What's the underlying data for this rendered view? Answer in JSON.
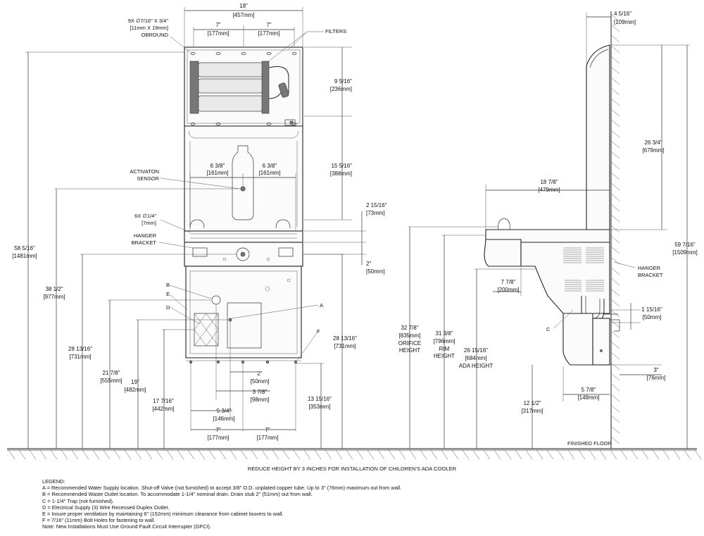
{
  "front_view": {
    "overall_width": "18\"",
    "overall_width_mm": "[457mm]",
    "filter_spacing_left": "7\"",
    "filter_spacing_left_mm": "[177mm]",
    "filter_spacing_right": "7\"",
    "filter_spacing_right_mm": "[177mm]",
    "oboround_l1": "9X ∅7/16\" X 3/4\"",
    "oboround_l2": "[11mm X 19mm]",
    "oboround_l3": "OBROUND",
    "filters": "FILTERS",
    "h_filter": "9 5/16\"",
    "h_filter_mm": "[236mm]",
    "h_sensor_span": "15 5/16\"",
    "h_sensor_span_mm": "[388mm]",
    "activation_l1": "ACTIVATON",
    "activation_l2": "SENSOR",
    "sensor_left": "6 3/8\"",
    "sensor_left_mm": "[161mm]",
    "sensor_right": "6 3/8\"",
    "sensor_right_mm": "[161mm]",
    "bolt_l1": "6X ∅1/4\"",
    "bolt_l2": "[7mm]",
    "hanger_l1": "HANGER",
    "hanger_l2": "BRACKET",
    "h_273": "2 15/16\"",
    "h_273_mm": "[73mm]",
    "h_2": "2\"",
    "h_2_mm": "[50mm]",
    "v_58": "58 5/16\"",
    "v_58_mm": "[1481mm]",
    "v_38": "38 1/2\"",
    "v_38_mm": "[977mm]",
    "v_28": "28 13/16\"",
    "v_28_mm": "[731mm]",
    "v_21": "21 7/8\"",
    "v_21_mm": "[555mm]",
    "v_19": "19\"",
    "v_19_mm": "[482mm]",
    "v_17": "17 7/16\"",
    "v_17_mm": "[442mm]",
    "v_28r": "28 13/16\"",
    "v_28r_mm": "[731mm]",
    "v_13": "13 15/16\"",
    "v_13_mm": "[353mm]",
    "b_2": "2\"",
    "b_2_mm": "[50mm]",
    "b_378": "3 7/8\"",
    "b_378_mm": "[98mm]",
    "b_534": "5 3/4\"",
    "b_534_mm": "[146mm]",
    "b_7l": "7\"",
    "b_7l_mm": "[177mm]",
    "b_7r": "7\"",
    "b_7r_mm": "[177mm]",
    "letter_a": "A",
    "letter_b": "B",
    "letter_d": "D",
    "letter_e": "E",
    "letter_f": "F"
  },
  "side_view": {
    "wall_offset": "4 5/16\"",
    "wall_offset_mm": "[109mm]",
    "h_upper": "26 3/4\"",
    "h_upper_mm": "[679mm]",
    "depth": "18 7/8\"",
    "depth_mm": "[479mm]",
    "total": "59 7/16\"",
    "total_mm": "[1509mm]",
    "hanger_l1": "HANGER",
    "hanger_l2": "BRACKET",
    "d_778": "7 7/8\"",
    "d_778_mm": "[200mm]",
    "d_1_15": "1 15/16\"",
    "d_1_15_mm": "[50mm]",
    "letter_c": "C",
    "orifice_h": "32 7/8\"",
    "orifice_h_mm": "[835mm]",
    "orifice_l1": "ORIFICE",
    "orifice_l2": "HEIGHT",
    "rim_h": "31 3/8\"",
    "rim_h_mm": "[796mm]",
    "rim_l1": "RIM",
    "rim_l2": "HEIGHT",
    "ada_h": "26 15/16\"",
    "ada_h_mm": "[684mm]",
    "ada_l": "ADA HEIGHT",
    "d_3": "3\"",
    "d_3_mm": "[76mm]",
    "d_578": "5 7/8\"",
    "d_578_mm": "[149mm]",
    "bottom_h": "12 1/2\"",
    "bottom_h_mm": "[317mm]",
    "floor": "FINISHED FLOOR"
  },
  "note": "REDUCE HEIGHT BY 3 INCHES FOR INSTALLATION OF CHILDREN'S ADA COOLER",
  "legend": {
    "title": "LEGEND:",
    "a": "A = Recommended Water Supply location.  Shut-off Valve (not furnished) to accept 3/8\" O.D. unplated copper tube.  Up to 3\" (76mm) maximum out from wall.",
    "b": "B = Recommended Waste Outlet location.  To accommodate 1-1/4\" nominal drain.  Drain stub 2\" (51mm) out from wall.",
    "c": "C = 1-1/4\" Trap (not furnished).",
    "d": "D = Electrical Supply (3) Wire Recessed Duplex Outlet.",
    "e": "E = Insure proper ventilation by maintaining 6\" (152mm) minimum clearance from cabinet louvers to wall.",
    "f": "F = 7/16\" (11mm) Bolt Holes for fastening to wall.",
    "gfci": "Note: New Installations Must Use Ground Fault Circuit Interrupter (GFCI)."
  }
}
